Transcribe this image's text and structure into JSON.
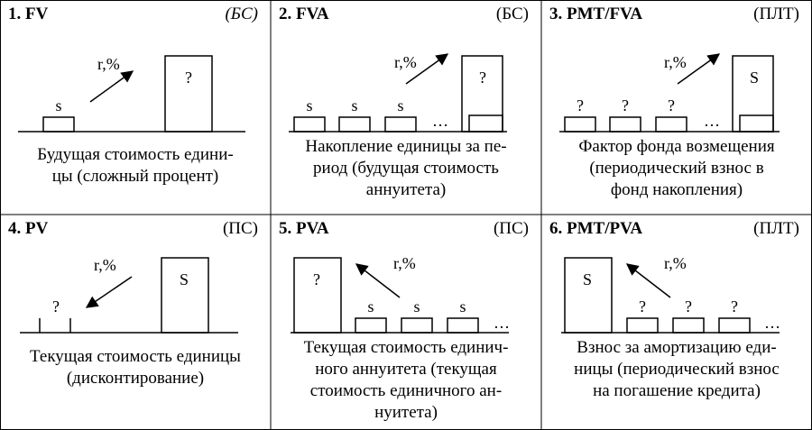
{
  "cells": [
    {
      "title": "1. FV",
      "tag": "(БС)",
      "rate": "r,%",
      "labels": [
        "s",
        "?"
      ],
      "caption": [
        "Будущая стоимость едини-",
        "цы (сложный процент)"
      ]
    },
    {
      "title": "2. FVA",
      "tag": "(БС)",
      "rate": "r,%",
      "labels": [
        "s",
        "s",
        "s",
        "…",
        "?"
      ],
      "caption": [
        "Накопление единицы за пе-",
        "риод (будущая стоимость",
        "аннуитета)"
      ]
    },
    {
      "title": "3. PMT/FVA",
      "tag": "(ПЛТ)",
      "rate": "r,%",
      "labels": [
        "?",
        "?",
        "?",
        "…",
        "S"
      ],
      "caption": [
        "Фактор фонда возмещения",
        "(периодический взнос в",
        "фонд накопления)"
      ]
    },
    {
      "title": "4. PV",
      "tag": "(ПС)",
      "rate": "r,%",
      "labels": [
        "?",
        "S"
      ],
      "caption": [
        "Текущая стоимость единицы",
        "(дисконтирование)"
      ]
    },
    {
      "title": "5. PVA",
      "tag": "(ПС)",
      "rate": "r,%",
      "labels": [
        "?",
        "s",
        "s",
        "s",
        "…"
      ],
      "caption": [
        "Текущая стоимость единич-",
        "ного аннуитета (текущая",
        "стоимость единичного ан-",
        "нуитета)"
      ]
    },
    {
      "title": "6. PMT/PVA",
      "tag": "(ПЛТ)",
      "rate": "r,%",
      "labels": [
        "S",
        "?",
        "?",
        "?",
        "…"
      ],
      "caption": [
        "Взнос за амортизацию еди-",
        "ницы (периодический взнос",
        "на погашение кредита)"
      ]
    }
  ]
}
